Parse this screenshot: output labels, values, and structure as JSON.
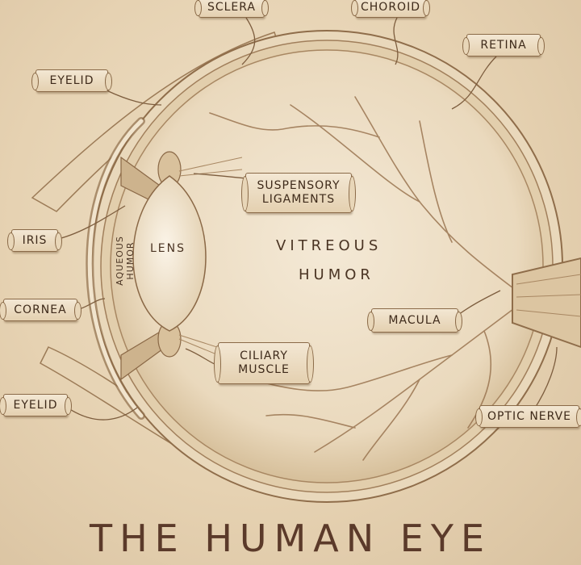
{
  "title": "THE HUMAN EYE",
  "labels": {
    "sclera": "SCLERA",
    "choroid": "CHOROID",
    "retina": "RETINA",
    "eyelid_upper": "EYELID",
    "iris": "IRIS",
    "cornea": "CORNEA",
    "eyelid_lower": "EYELID",
    "optic_nerve": "OPTIC NERVE",
    "suspensory_line1": "SUSPENSORY",
    "suspensory_line2": "LIGAMENTS",
    "ciliary_line1": "CILIARY",
    "ciliary_line2": "MUSCLE",
    "macula": "MACULA",
    "lens": "LENS",
    "vitreous_line1": "VITREOUS",
    "vitreous_line2": "HUMOR",
    "aqueous_humor": "AQUEOUS HUMOR"
  },
  "colors": {
    "background": "#e6d3b4",
    "ink": "#5b3a2a",
    "vessel": "#9a7551"
  }
}
